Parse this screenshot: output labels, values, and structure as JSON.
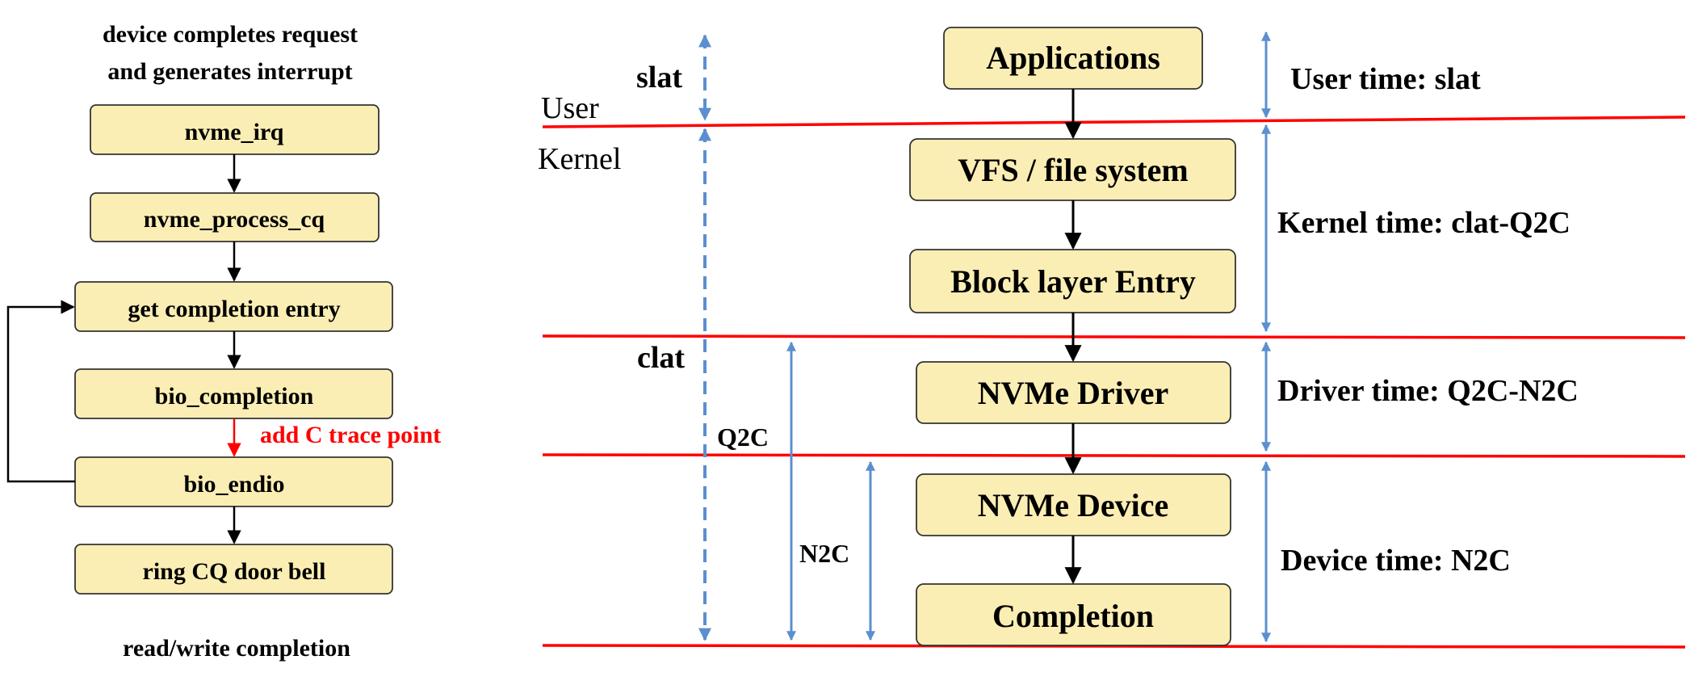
{
  "left_flow": {
    "header_line1": "device completes request",
    "header_line2": "and generates interrupt",
    "steps": [
      "nvme_irq",
      "nvme_process_cq",
      "get completion entry",
      "bio_completion",
      "bio_endio",
      "ring CQ door bell"
    ],
    "trace_annotation": "add C trace point",
    "footer": "read/write completion"
  },
  "right_stack": {
    "layers": [
      "Applications",
      "VFS / file system",
      "Block layer Entry",
      "NVMe Driver",
      "NVMe Device",
      "Completion"
    ],
    "space_labels": {
      "user": "User",
      "kernel": "Kernel"
    },
    "interval_labels": {
      "slat": "slat",
      "clat": "clat",
      "q2c": "Q2C",
      "n2c": "N2C"
    },
    "time_labels": [
      "User time: slat",
      "Kernel time: clat-Q2C",
      "Driver time: Q2C-N2C",
      "Device time: N2C"
    ]
  },
  "colors": {
    "box_fill": "#fbeeb4",
    "boundary_red": "#ff0000",
    "measure_blue": "#5b8fcf",
    "annotation_red": "#ff0000"
  }
}
